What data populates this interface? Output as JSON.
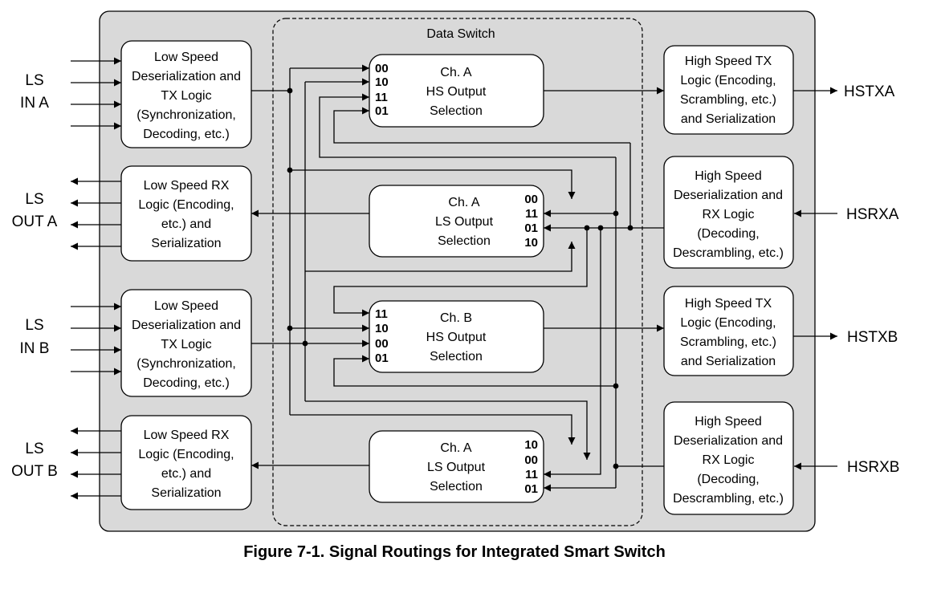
{
  "caption": "Figure 7-1. Signal Routings for Integrated Smart Switch",
  "data_switch_label": "Data Switch",
  "external": {
    "ls_in_a": [
      "LS",
      "IN A"
    ],
    "ls_out_a": [
      "LS",
      "OUT A"
    ],
    "ls_in_b": [
      "LS",
      "IN B"
    ],
    "ls_out_b": [
      "LS",
      "OUT B"
    ],
    "hstxa": "HSTXA",
    "hsrxa": "HSRXA",
    "hstxb": "HSTXB",
    "hsrxb": "HSRXB"
  },
  "blocks": {
    "ls_deser_a": [
      "Low Speed",
      "Deserialization and",
      "TX Logic",
      "(Synchronization,",
      "Decoding, etc.)"
    ],
    "ls_rx_a": [
      "Low Speed RX",
      "Logic (Encoding,",
      "etc.) and",
      "Serialization"
    ],
    "ls_deser_b": [
      "Low Speed",
      "Deserialization and",
      "TX Logic",
      "(Synchronization,",
      "Decoding, etc.)"
    ],
    "ls_rx_b": [
      "Low Speed RX",
      "Logic (Encoding,",
      "etc.) and",
      "Serialization"
    ],
    "hs_tx_a": [
      "High Speed TX",
      "Logic (Encoding,",
      "Scrambling, etc.)",
      "and Serialization"
    ],
    "hs_deser_a": [
      "High Speed",
      "Deserialization and",
      "RX Logic",
      "(Decoding,",
      "Descrambling, etc.)"
    ],
    "hs_tx_b": [
      "High Speed TX",
      "Logic (Encoding,",
      "Scrambling, etc.)",
      "and Serialization"
    ],
    "hs_deser_b": [
      "High Speed",
      "Deserialization and",
      "RX Logic",
      "(Decoding,",
      "Descrambling, etc.)"
    ]
  },
  "muxes": {
    "ch_a_hs": {
      "lines": [
        "Ch. A",
        "HS Output",
        "Selection"
      ],
      "ports": [
        "00",
        "10",
        "11",
        "01"
      ]
    },
    "ch_a_ls": {
      "lines": [
        "Ch. A",
        "LS Output",
        "Selection"
      ],
      "ports": [
        "00",
        "11",
        "01",
        "10"
      ]
    },
    "ch_b_hs": {
      "lines": [
        "Ch. B",
        "HS Output",
        "Selection"
      ],
      "ports": [
        "11",
        "10",
        "00",
        "01"
      ]
    },
    "ch_b_ls": {
      "lines": [
        "Ch. A",
        "LS Output",
        "Selection"
      ],
      "ports": [
        "10",
        "00",
        "11",
        "01"
      ]
    }
  }
}
